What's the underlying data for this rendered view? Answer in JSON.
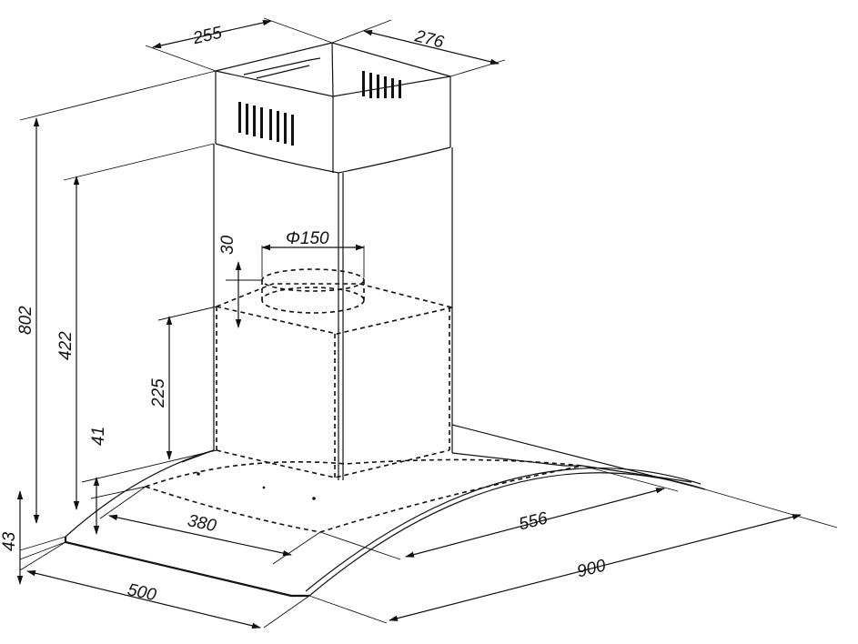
{
  "dimensions": {
    "chimney_depth": "255",
    "chimney_width": "276",
    "total_height": "802",
    "upper_height": "422",
    "inner_height": "225",
    "collar_height": "30",
    "duct_diameter": "Φ150",
    "canopy_rise": "41",
    "glass_thickness": "43",
    "inner_depth": "380",
    "inner_width": "556",
    "overall_width": "900",
    "overall_depth": "500"
  }
}
